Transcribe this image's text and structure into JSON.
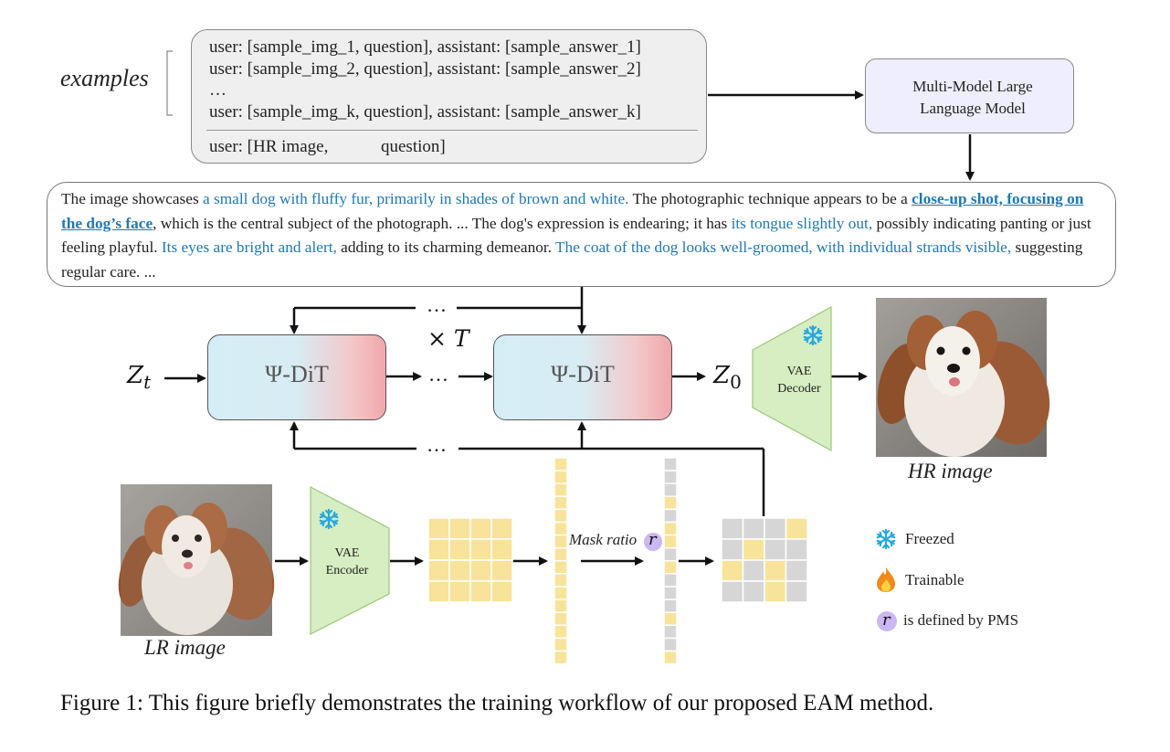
{
  "examples_label": "examples",
  "prompt": {
    "lines": [
      "user: [sample_img_1, question], assistant: [sample_answer_1]",
      "user: [sample_img_2, question], assistant: [sample_answer_2]",
      "…",
      "user: [sample_img_k, question], assistant: [sample_answer_k]"
    ],
    "query_prefix": "user: [HR image,",
    "query_suffix": "question]"
  },
  "mllm": {
    "line1": "Multi-Model Large",
    "line2": "Language Model"
  },
  "description": {
    "segments": [
      {
        "text": "The image showcases ",
        "style": "plain"
      },
      {
        "text": "a small dog with fluffy fur, primarily in shades of brown and white.",
        "style": "hl"
      },
      {
        "text": " The photographic technique appears to be a ",
        "style": "plain"
      },
      {
        "text": "close-up shot, focusing on the dog’s face",
        "style": "hlb"
      },
      {
        "text": ", which is the central subject of the photograph.  ...  The dog's expression is endearing; it has ",
        "style": "plain"
      },
      {
        "text": "its tongue slightly out,",
        "style": "hl"
      },
      {
        "text": " possibly indicating panting or just feeling playful. ",
        "style": "plain"
      },
      {
        "text": "Its eyes are bright and alert,",
        "style": "hl"
      },
      {
        "text": " adding to its charming demeanor. ",
        "style": "plain"
      },
      {
        "text": "The coat of the dog looks well-groomed, with individual strands visible,",
        "style": "hl"
      },
      {
        "text": " suggesting regular care. ...",
        "style": "plain"
      }
    ]
  },
  "dit_label": "Ψ-DiT",
  "repeat_label": "× T",
  "ellipsis": "…",
  "z_t": {
    "base": "Z",
    "sub": "t"
  },
  "z_0": {
    "base": "Z",
    "sub": "0"
  },
  "vae_decoder": {
    "line1": "VAE",
    "line2": "Decoder"
  },
  "vae_encoder": {
    "line1": "VAE",
    "line2": "Encoder"
  },
  "hr_image_label": "HR image",
  "lr_image_label": "LR image",
  "mask_ratio_label": "Mask ratio",
  "r_symbol": "r",
  "legend": {
    "freezed": "Freezed",
    "trainable": "Trainable",
    "pms": "is defined by PMS"
  },
  "caption": "Figure 1: This figure briefly demonstrates the training workflow of our proposed EAM method.",
  "colors": {
    "token_yellow": "#f8e39a",
    "token_gray": "#d6d6d6",
    "highlight_blue": "#1f78b4",
    "vae_green": "#d7edc2",
    "r_circle": "#cbb7f1",
    "snowflake": "#29a8e0",
    "flame": "#f08a1c"
  },
  "icons": [
    "snowflake-icon",
    "flame-icon",
    "dog-photo-hr",
    "dog-photo-lr"
  ]
}
